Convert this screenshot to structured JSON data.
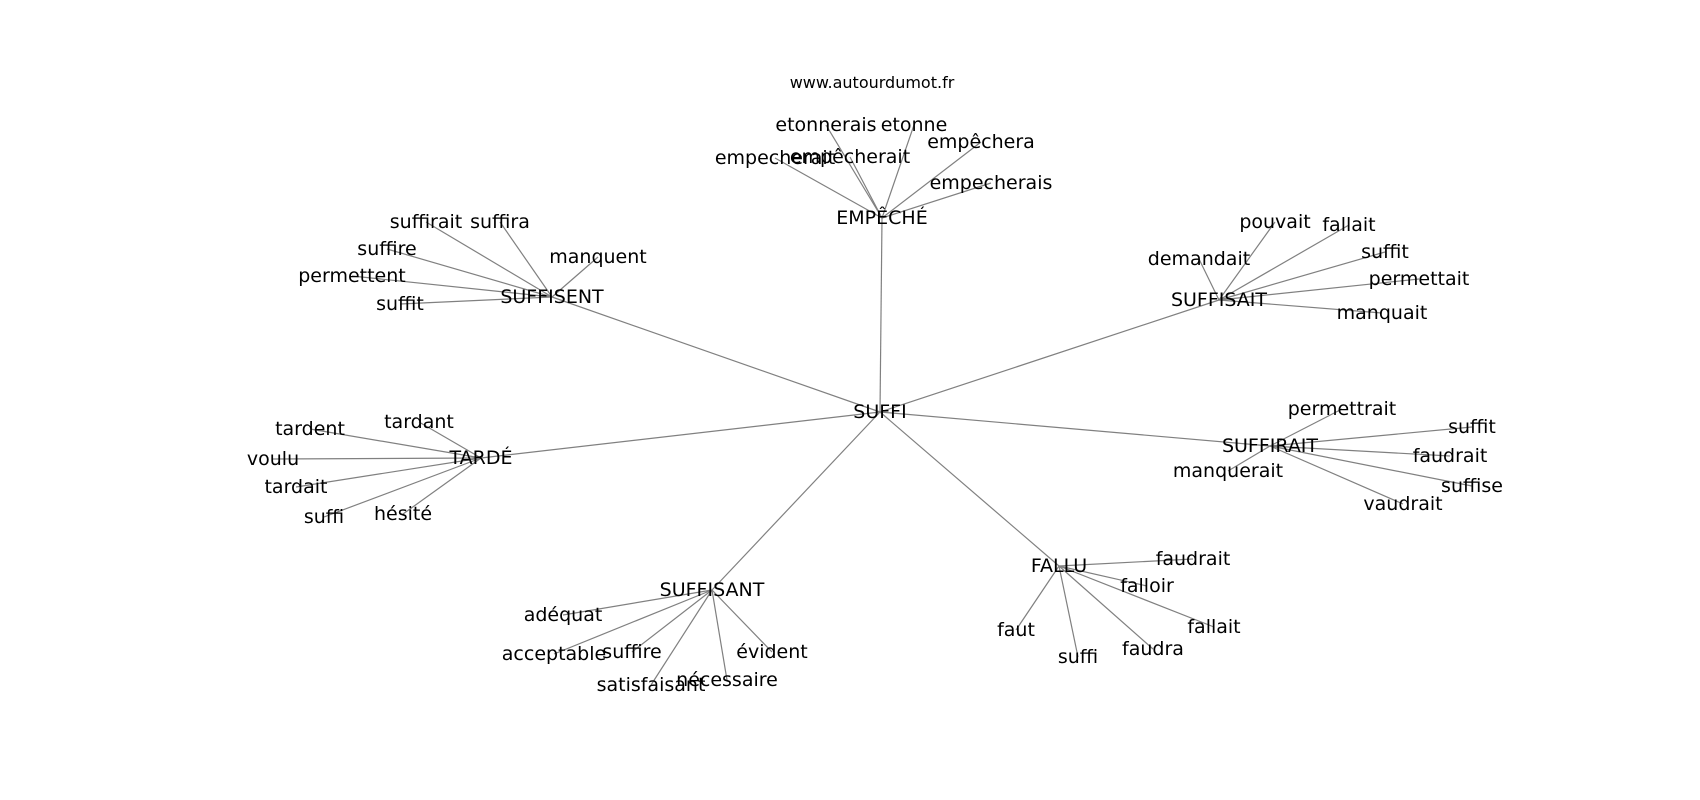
{
  "source": "www.autourdumot.fr",
  "root": "SUFFI",
  "clusters": [
    {
      "hub": "EMPÊCHÉ",
      "leaves": [
        "etonnerais",
        "etonne",
        "empecherait",
        "empêcherait",
        "empêchera",
        "empecherais"
      ]
    },
    {
      "hub": "SUFFISENT",
      "leaves": [
        "suffirait",
        "suffira",
        "suffire",
        "manquent",
        "permettent",
        "suffit"
      ]
    },
    {
      "hub": "SUFFISAIT",
      "leaves": [
        "pouvait",
        "fallait",
        "demandait",
        "suffit",
        "permettait",
        "manquait"
      ]
    },
    {
      "hub": "TARDÉ",
      "leaves": [
        "tardent",
        "tardant",
        "voulu",
        "tardait",
        "suffi",
        "hésité"
      ]
    },
    {
      "hub": "SUFFIRAIT",
      "leaves": [
        "permettrait",
        "suffit",
        "faudrait",
        "manquerait",
        "suffise",
        "vaudrait"
      ]
    },
    {
      "hub": "SUFFISANT",
      "leaves": [
        "adéquat",
        "acceptable",
        "suffire",
        "évident",
        "satisfaisant",
        "nécessaire"
      ]
    },
    {
      "hub": "FALLU",
      "leaves": [
        "faudrait",
        "falloir",
        "fallait",
        "faut",
        "suffi",
        "faudra"
      ]
    }
  ],
  "edge_color": "#808080",
  "text_color": "#000000"
}
